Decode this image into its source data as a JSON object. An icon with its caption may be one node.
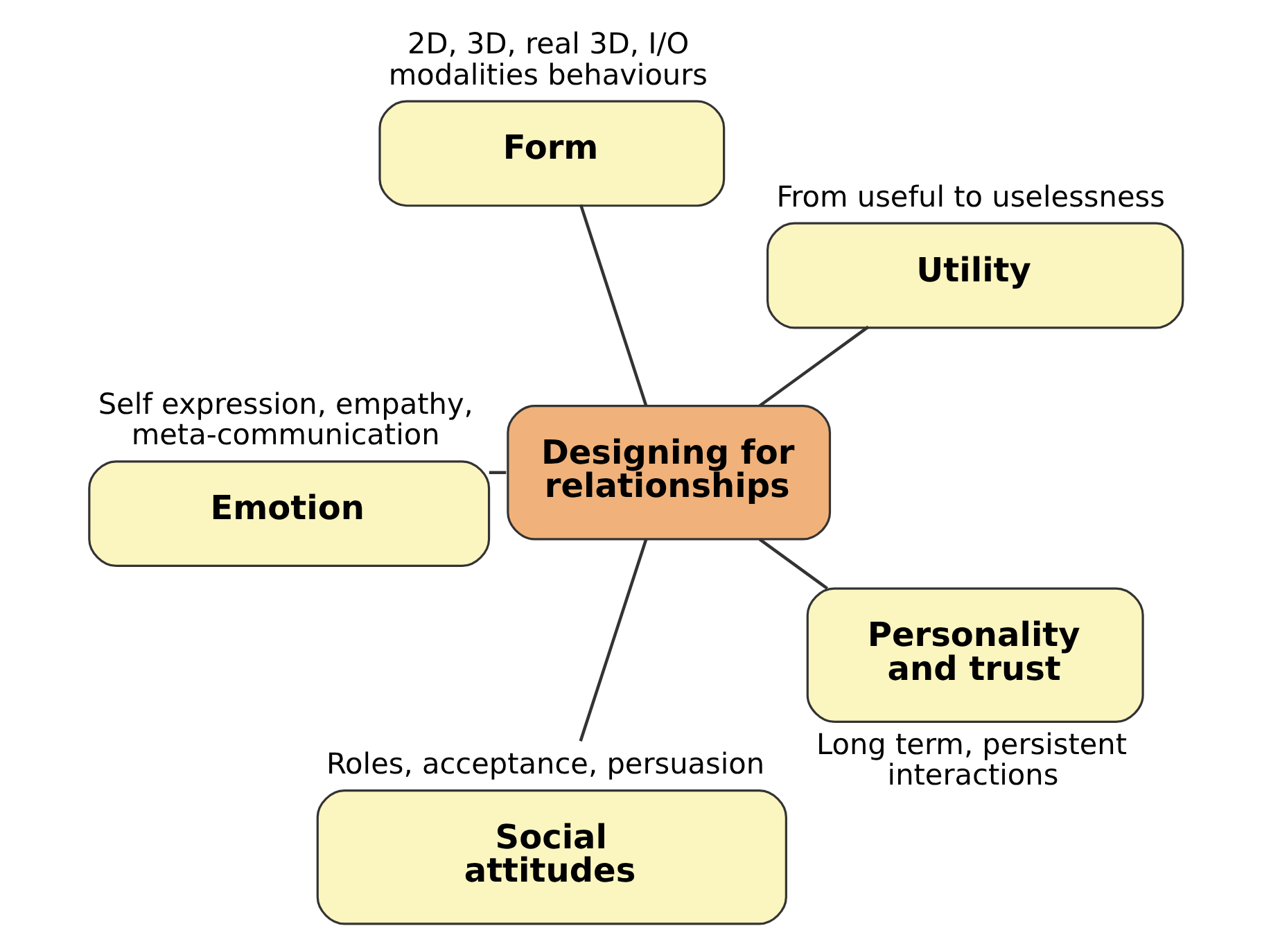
{
  "diagram": {
    "nodes": [
      {
        "text": [
          "Utility"
        ],
        "beside": [
          "From useful to uselessness"
        ]
      },
      {
        "text": [
          "Form"
        ],
        "beside": [
          "2D, 3D, real 3D, I/O modalities behaviours"
        ]
      },
      {
        "text": [
          "Designing for relationships"
        ]
      },
      {
        "text": [
          "Emotion"
        ],
        "beside": [
          "Self expression, empathy, meta-communication"
        ]
      },
      {
        "text": [
          "Social attitudes"
        ],
        "beside": [
          "Roles, acceptance, persuasion"
        ]
      },
      {
        "text": [
          "Personality and trust"
        ],
        "beside": [
          "Long term, persistent interactions"
        ]
      }
    ],
    "edges": [
      {
        "from": 2,
        "to": 0,
        "arrow": "none"
      },
      {
        "from": 2,
        "to": 1,
        "arrow": "none"
      },
      {
        "from": 2,
        "to": 3,
        "arrow": "none"
      },
      {
        "from": 2,
        "to": 4,
        "arrow": "none"
      },
      {
        "from": 2,
        "to": 5,
        "arrow": "none"
      }
    ]
  }
}
